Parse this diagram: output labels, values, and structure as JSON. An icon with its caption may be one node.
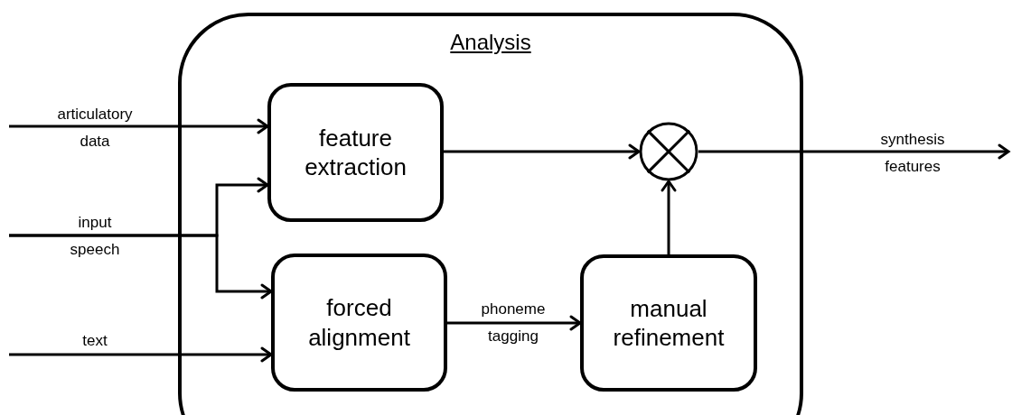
{
  "diagram": {
    "nodes": [
      {
        "text": [
          "Analysis"
        ]
      },
      {
        "text": [
          "feature extraction"
        ],
        "in": 0
      },
      {
        "text": [
          "forced alignment"
        ],
        "in": 0
      },
      {
        "text": [
          "manual refinement"
        ],
        "in": 0
      },
      {
        "text": [],
        "shape": "circle",
        "in": 0
      }
    ],
    "edges": [
      {
        "from": null,
        "to": 1,
        "arrow": "to",
        "label": "articulatory data"
      },
      {
        "from": null,
        "to": 1,
        "arrow": "to",
        "label": "input speech"
      },
      {
        "from": null,
        "to": 2,
        "arrow": "to"
      },
      {
        "from": null,
        "to": 2,
        "arrow": "to",
        "label": "text"
      },
      {
        "from": 1,
        "to": 4,
        "arrow": "to"
      },
      {
        "from": 2,
        "to": 3,
        "arrow": "to",
        "label": "phoneme tagging"
      },
      {
        "from": 3,
        "to": 4,
        "arrow": "to"
      },
      {
        "from": 4,
        "to": null,
        "arrow": "to",
        "label": "synthesis features"
      }
    ]
  }
}
